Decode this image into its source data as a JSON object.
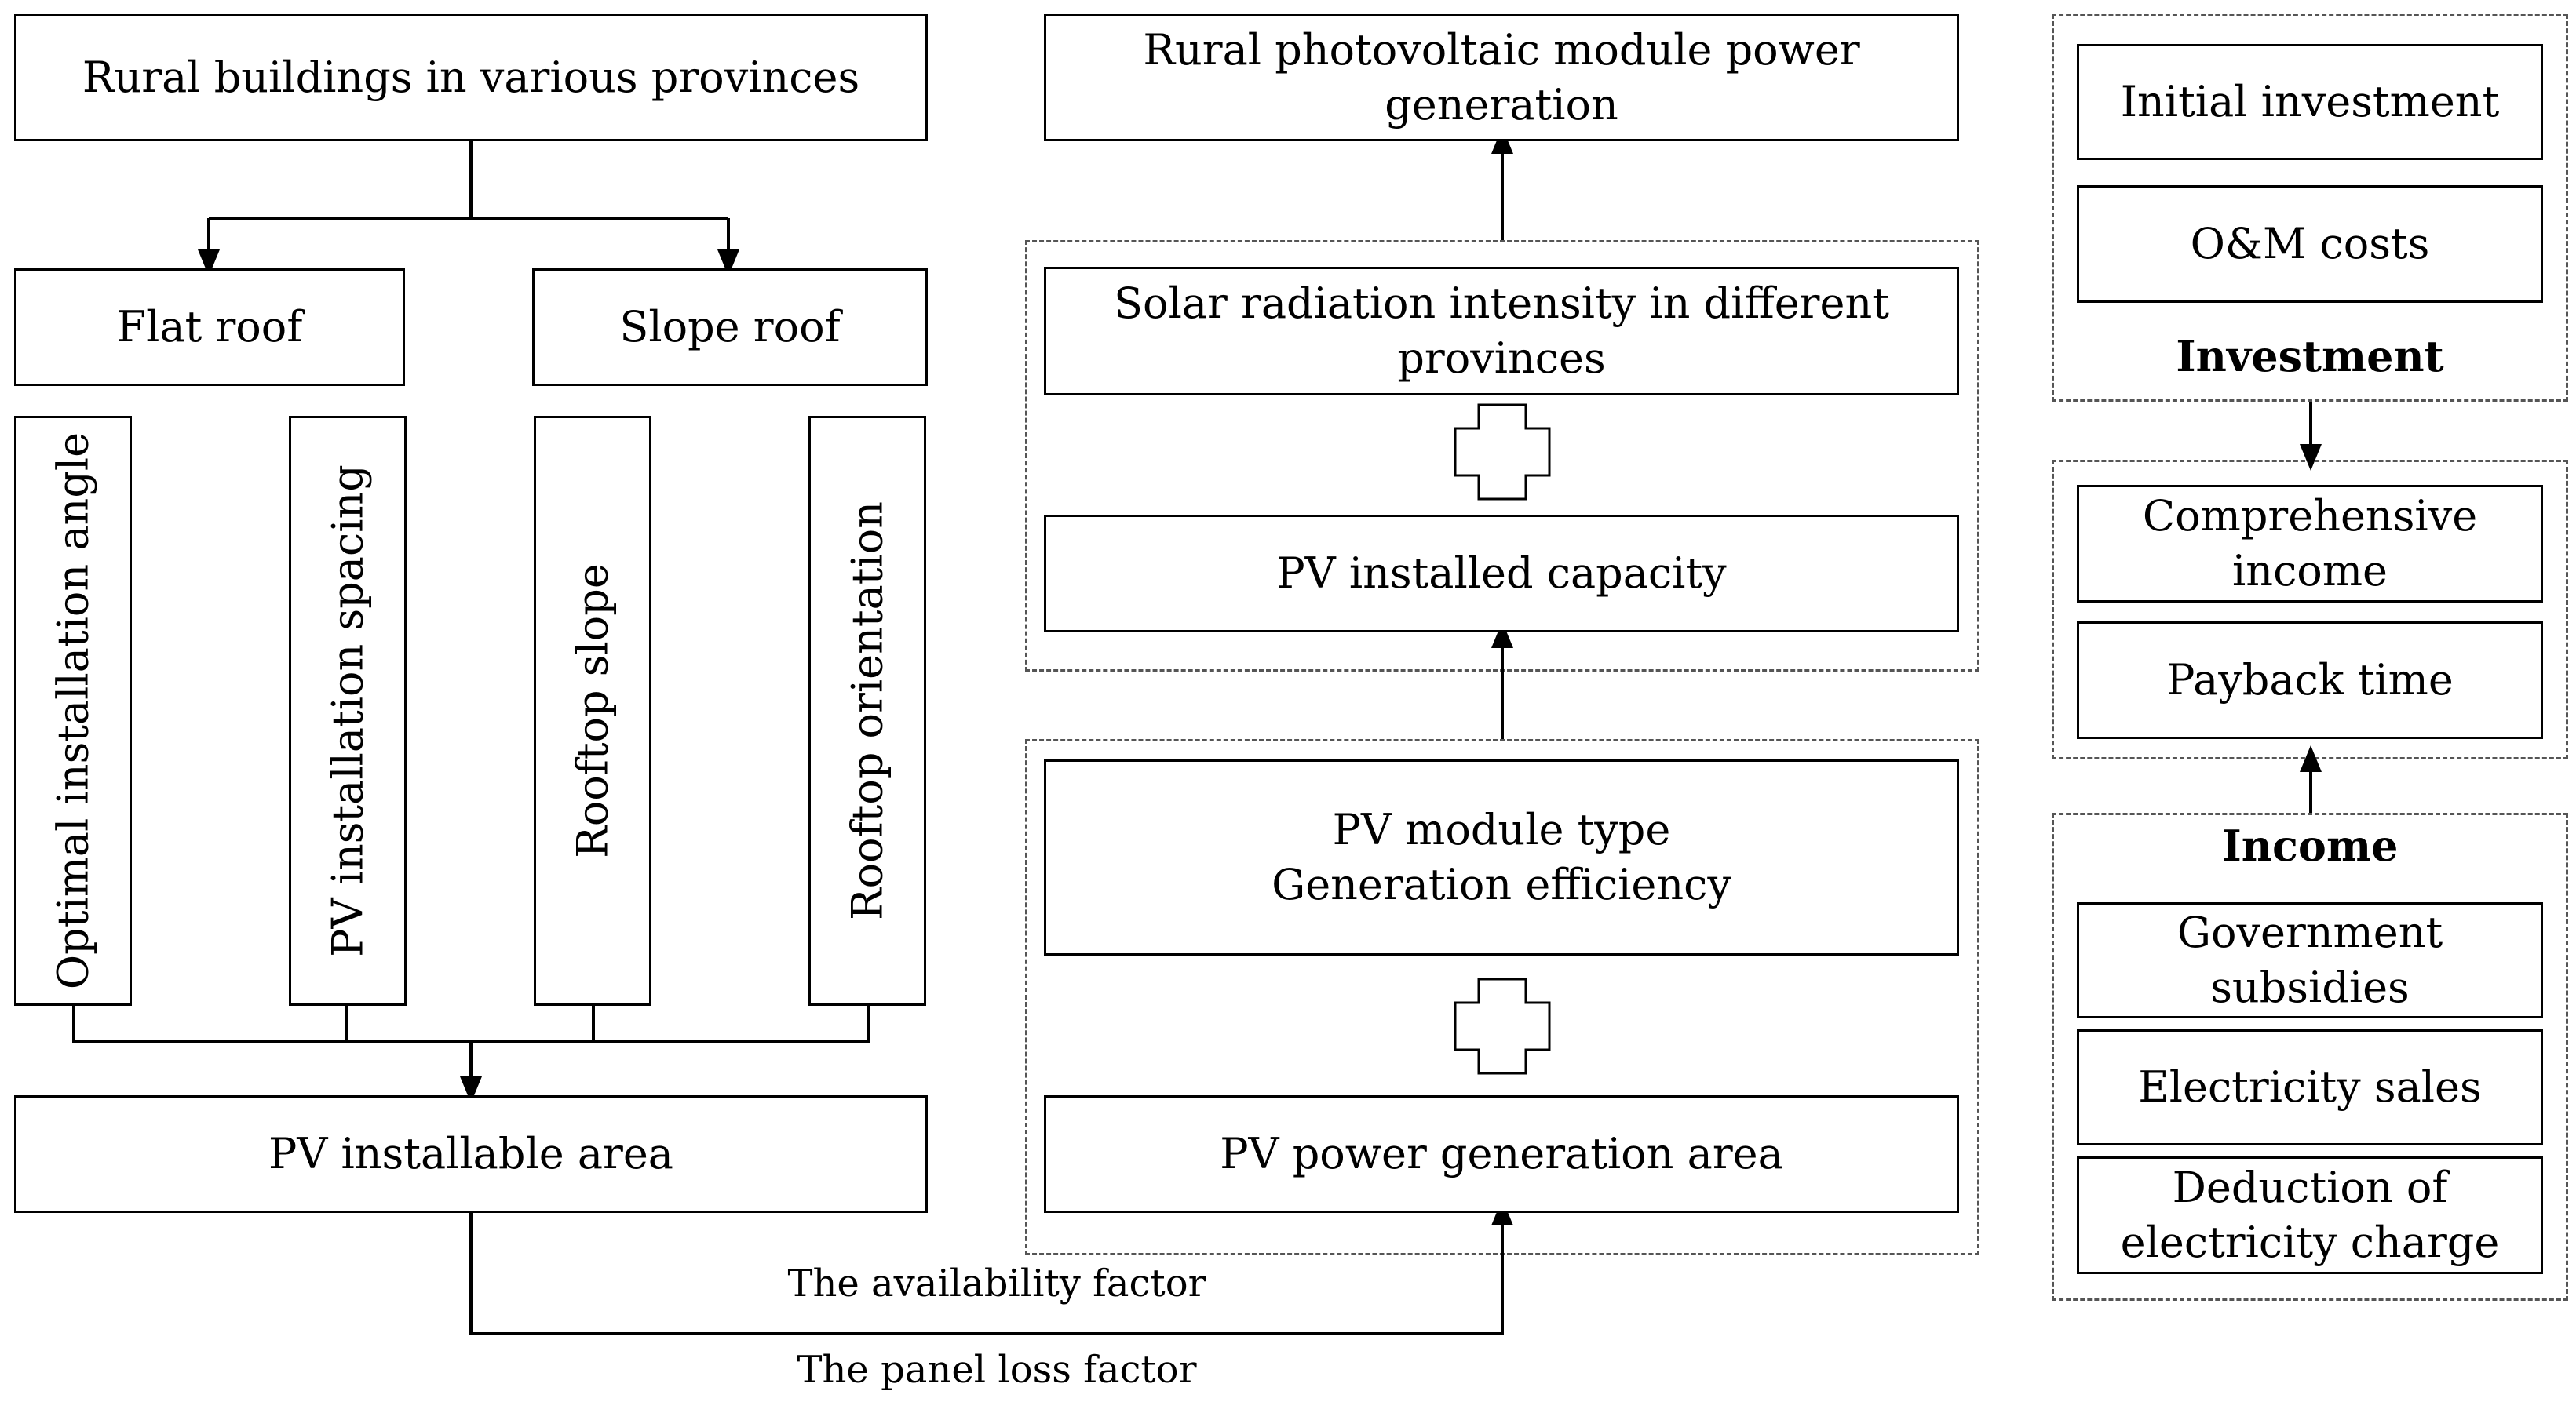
{
  "left": {
    "top_box": "Rural buildings in various provinces",
    "flat_roof": "Flat roof",
    "slope_roof": "Slope roof",
    "factors": [
      "Optimal installation angle",
      "PV installation spacing",
      "Rooftop slope",
      "Rooftop orientation"
    ],
    "installable_area": "PV installable area"
  },
  "middle": {
    "output": "Rural photovoltaic module power\ngeneration",
    "solar_radiation": "Solar radiation intensity in different\nprovinces",
    "installed_capacity": "PV installed capacity",
    "module_type": "PV module type\nGeneration efficiency",
    "generation_area": "PV power generation area"
  },
  "connector_labels": {
    "availability": "The availability factor",
    "panel_loss": "The panel loss factor"
  },
  "right": {
    "investment_items": [
      "Initial investment",
      "O&M costs"
    ],
    "investment_title": "Investment",
    "result_items": [
      "Comprehensive\nincome",
      "Payback time"
    ],
    "income_title": "Income",
    "income_items": [
      "Government\nsubsidies",
      "Electricity sales",
      "Deduction of\nelectricity charge"
    ]
  }
}
